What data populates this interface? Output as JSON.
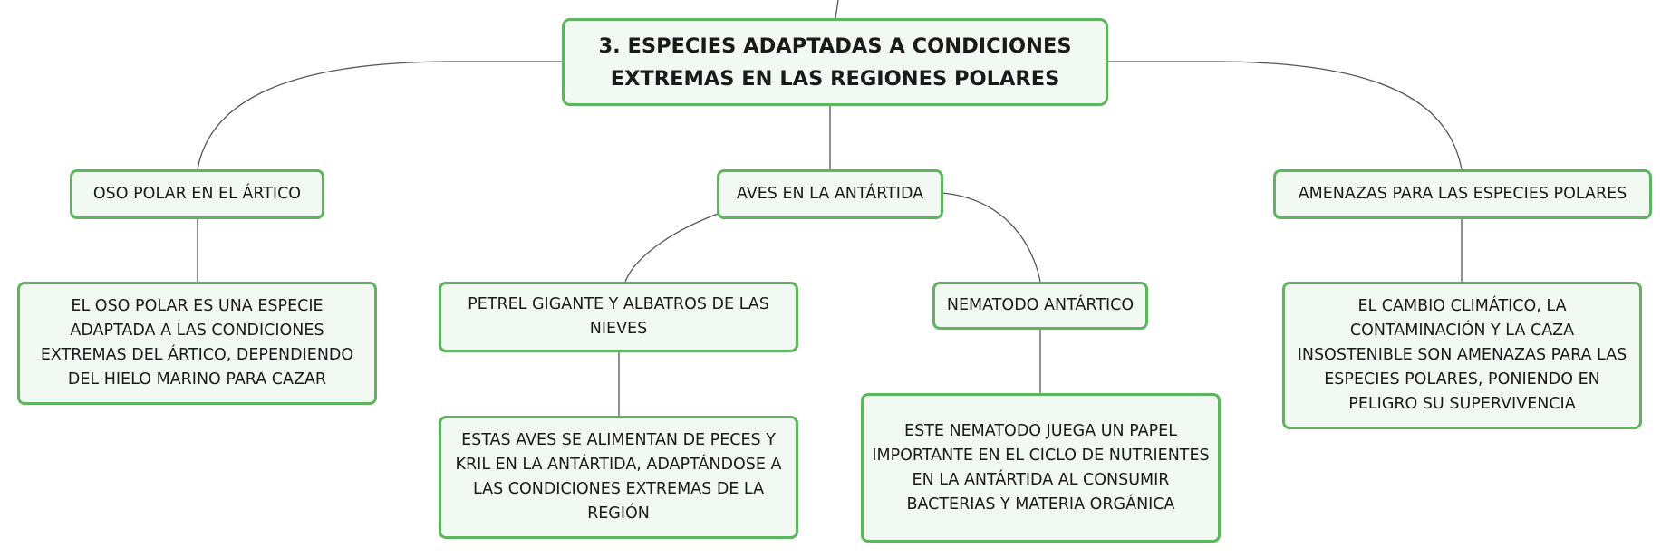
{
  "colors": {
    "node_fill": "#f1f9f2",
    "node_border": "#5db65e",
    "connector": "#555555",
    "text": "#1a1a1a"
  },
  "root": {
    "label": "3. ESPECIES ADAPTADAS A CONDICIONES EXTREMAS EN LAS REGIONES POLARES"
  },
  "branches": {
    "oso": {
      "label": "OSO POLAR EN EL ÁRTICO",
      "detail": "EL OSO POLAR ES UNA ESPECIE ADAPTADA A LAS CONDICIONES EXTREMAS DEL ÁRTICO, DEPENDIENDO DEL HIELO MARINO PARA CAZAR"
    },
    "aves": {
      "label": "AVES EN LA ANTÁRTIDA",
      "petrel": {
        "label": "PETREL GIGANTE Y ALBATROS DE LAS NIEVES",
        "detail": "ESTAS AVES SE ALIMENTAN DE PECES Y KRIL EN LA ANTÁRTIDA, ADAPTÁNDOSE A LAS CONDICIONES EXTREMAS DE LA REGIÓN"
      },
      "nematodo": {
        "label": "NEMATODO ANTÁRTICO",
        "detail": "ESTE NEMATODO JUEGA UN PAPEL IMPORTANTE EN EL CICLO DE NUTRIENTES EN LA ANTÁRTIDA AL CONSUMIR BACTERIAS Y MATERIA ORGÁNICA"
      }
    },
    "amenazas": {
      "label": "AMENAZAS PARA LAS ESPECIES POLARES",
      "detail": "EL CAMBIO CLIMÁTICO, LA CONTAMINACIÓN Y LA CAZA INSOSTENIBLE SON AMENAZAS PARA LAS ESPECIES POLARES, PONIENDO EN PELIGRO SU SUPERVIVENCIA"
    }
  }
}
